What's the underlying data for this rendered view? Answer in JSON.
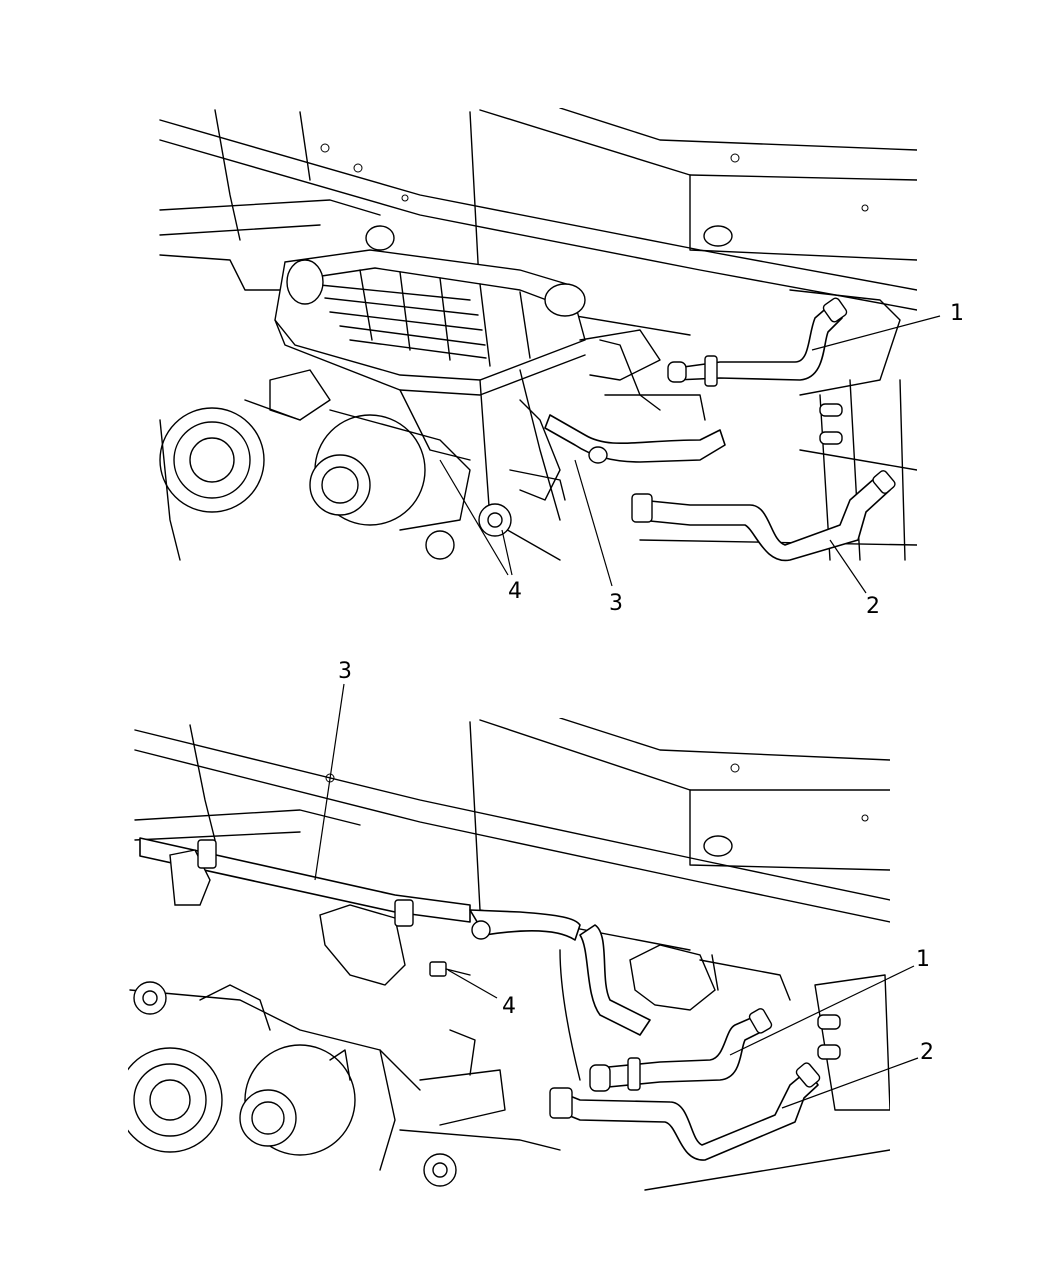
{
  "figure": {
    "top_view": {
      "callouts": [
        {
          "id": "top-1",
          "label": "1"
        },
        {
          "id": "top-2",
          "label": "2"
        },
        {
          "id": "top-3",
          "label": "3"
        },
        {
          "id": "top-4",
          "label": "4"
        }
      ]
    },
    "bottom_view": {
      "callouts": [
        {
          "id": "bottom-1",
          "label": "1"
        },
        {
          "id": "bottom-2",
          "label": "2"
        },
        {
          "id": "bottom-3",
          "label": "3"
        },
        {
          "id": "bottom-4",
          "label": "4"
        }
      ]
    }
  }
}
